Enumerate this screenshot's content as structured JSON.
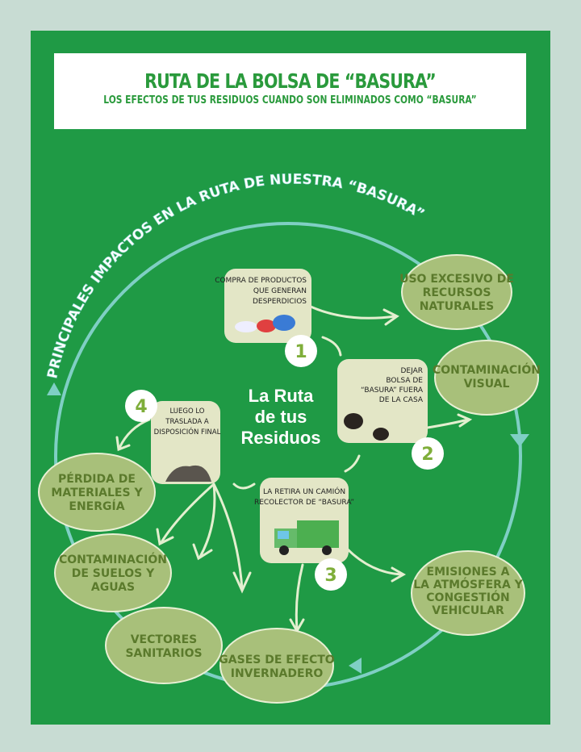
{
  "header": {
    "title": "RUTA DE LA BOLSA DE “BASURA”",
    "subtitle": "LOS EFECTOS DE TUS RESIDUOS CUANDO SON ELIMINADOS COMO “BASURA”"
  },
  "arc_title": "PRINCIPALES IMPACTOS EN LA RUTA DE NUESTRA “BASURA”",
  "center": {
    "lines": [
      "La Ruta",
      "de tus",
      "Residuos"
    ]
  },
  "steps": [
    {
      "number": "1",
      "lines": [
        "COMPRA DE PRODUCTOS",
        "QUE GENERAN",
        "DESPERDICIOS"
      ]
    },
    {
      "number": "2",
      "lines": [
        "DEJAR",
        "BOLSA DE",
        "“BASURA” FUERA",
        "DE LA CASA"
      ]
    },
    {
      "number": "3",
      "lines": [
        "LA RETIRA UN CAMIÓN",
        "RECOLECTOR DE “BASURA”"
      ]
    },
    {
      "number": "4",
      "lines": [
        "LUEGO LO",
        "TRASLADA A",
        "DISPOSICIÓN FINAL"
      ]
    }
  ],
  "impacts": [
    {
      "lines": [
        "USO EXCESIVO DE",
        "RECURSOS",
        "NATURALES"
      ]
    },
    {
      "lines": [
        "CONTAMINACIÓN",
        "VISUAL"
      ]
    },
    {
      "lines": [
        "EMISIONES A",
        "LA ATMÓSFERA Y",
        "CONGESTIÓN",
        "VEHICULAR"
      ]
    },
    {
      "lines": [
        "GASES DE EFECTO",
        "INVERNADERO"
      ]
    },
    {
      "lines": [
        "VECTORES",
        "SANITARIOS"
      ]
    },
    {
      "lines": [
        "CONTAMINACIÓN",
        "DE SUELOS Y",
        "AGUAS"
      ]
    },
    {
      "lines": [
        "PÉRDIDA DE",
        "MATERIALES Y",
        "ENERGÍA"
      ]
    }
  ],
  "colors": {
    "background": "#c8dcd3",
    "panel": "#1f9a45",
    "oval": "#a8c07a",
    "oval_text": "#5b7a2c",
    "step_box": "#e3e6c6",
    "cycle_line": "#7fcfc4"
  }
}
